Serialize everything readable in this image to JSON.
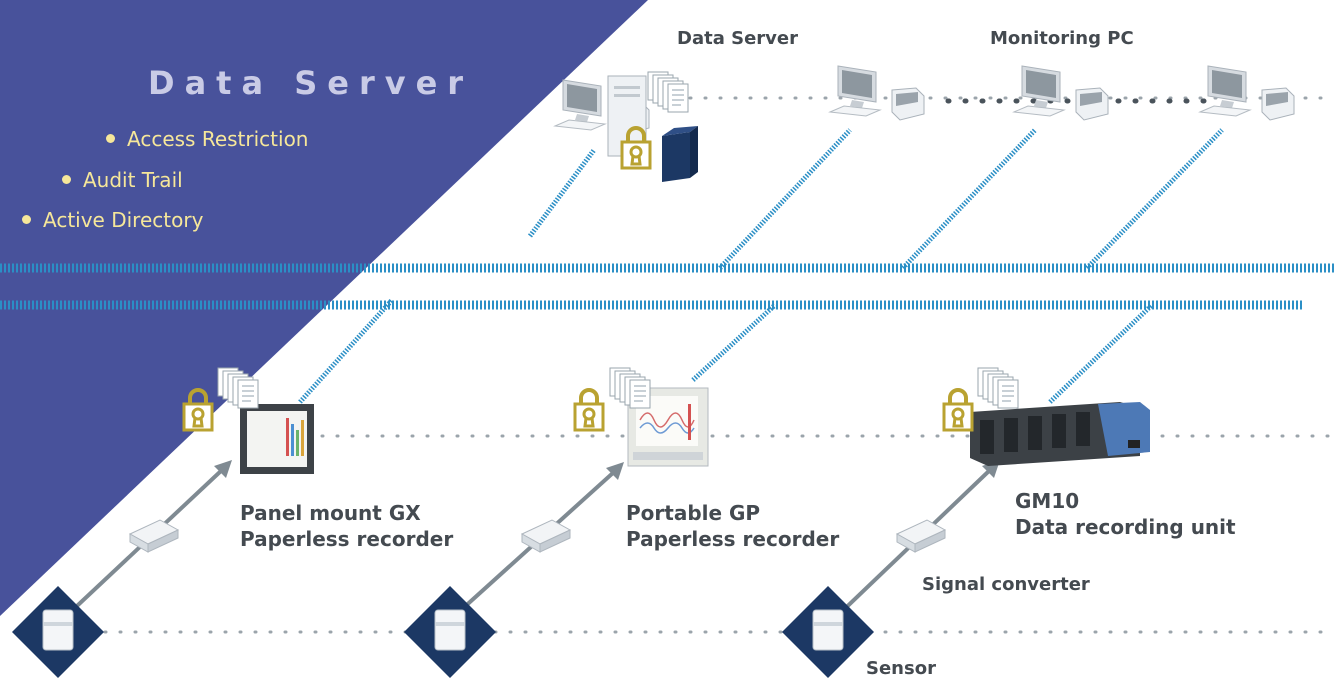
{
  "panel": {
    "title": "Data Server",
    "features": [
      "Access Restriction",
      "Audit Trail",
      "Active Directory"
    ]
  },
  "labels": {
    "data_server": "Data Server",
    "monitoring_pc": "Monitoring PC",
    "gx_line1": "Panel mount GX",
    "gx_line2": "Paperless recorder",
    "gp_line1": "Portable GP",
    "gp_line2": "Paperless recorder",
    "gm_line1": "GM10",
    "gm_line2": "Data recording unit",
    "signal_converter": "Signal converter",
    "sensor": "Sensor"
  },
  "colors": {
    "panel": "#48529b",
    "network": "#2b8fc6",
    "link": "#7f8a92",
    "lock": "#b9a231",
    "sensor_diamond": "#1c3864"
  }
}
